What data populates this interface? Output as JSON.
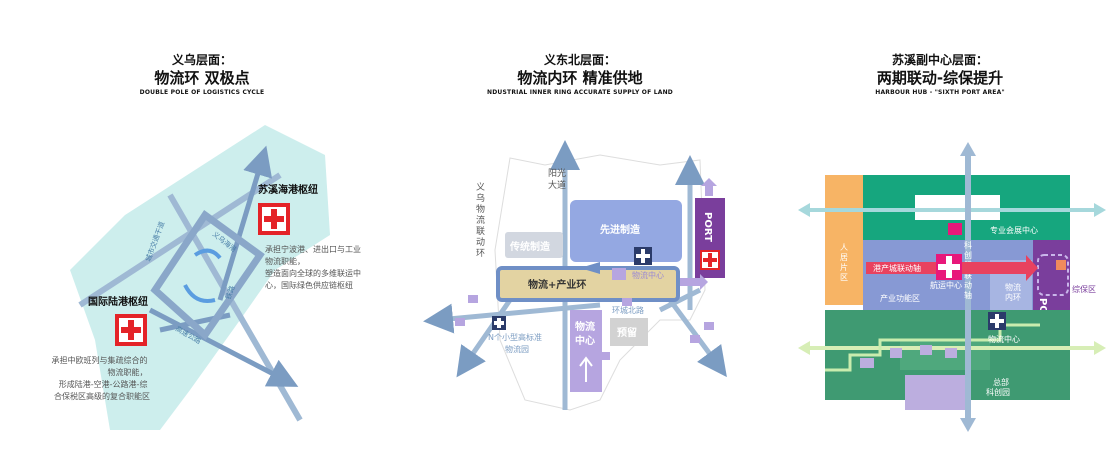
{
  "panels": [
    {
      "title_line1": "义乌层面：",
      "title_line2": "物流环 双极点",
      "title_line3": "DOUBLE POLE OF LOGISTICS CYCLE",
      "labels": {
        "hub_suxi": "苏溪海港枢纽",
        "hub_intl": "国际陆港枢纽",
        "desc_suxi": [
          "承担宁波港、进出口与工业",
          "物流职能，",
          "塑造面向全球的多维联运中",
          "心，国际绿色供应链枢纽"
        ],
        "desc_intl": [
          "承担中欧班列与集疏综合的",
          "物流职能，",
          "形成陆港-空港-公路港-综",
          "合保税区高级的复合职能区"
        ],
        "road1": "义乌海港",
        "road2": "城市交通干道",
        "road3": "铁路",
        "road4": "高速公路"
      }
    },
    {
      "title_line1": "义东北层面：",
      "title_line2": "物流内环 精准供地",
      "title_line3": "NDUSTRIAL INNER RING ACCURATE SUPPLY OF LAND",
      "labels": {
        "road_vertical": [
          "义",
          "乌",
          "物",
          "流",
          "联",
          "动",
          "环"
        ],
        "road_yangguang": [
          "阳光",
          "大道"
        ],
        "traditional": "传统制造",
        "advanced": "先进制造",
        "ring": "物流+产业环",
        "logistics_center": "物流中心",
        "huancheng": "环城北路",
        "logistics_center2": [
          "物流",
          "中心"
        ],
        "reserved": "预留",
        "port": "PORT",
        "small_park": [
          "N个小型高标准",
          "物流园"
        ]
      }
    },
    {
      "title_line1": "苏溪副中心层面：",
      "title_line2": "两期联动-综保提升",
      "title_line3": "HARBOUR HUB - \"SIXTH PORT AREA\"",
      "labels": {
        "industry_center": "专业会展中心",
        "people_area": [
          "人",
          "居",
          "片",
          "区"
        ],
        "axis_vertical": [
          "科",
          "创",
          "服",
          "联",
          "动",
          "轴"
        ],
        "axis_horizontal": "港产城联动轴",
        "shipping_center": "航运中心",
        "ring_inner": [
          "物流",
          "内环"
        ],
        "bonded": "综保区",
        "industrial_area": "产业功能区",
        "logistics_center": "物流中心",
        "hq_park": [
          "总部",
          "科创园"
        ],
        "port": "PORT"
      }
    }
  ]
}
